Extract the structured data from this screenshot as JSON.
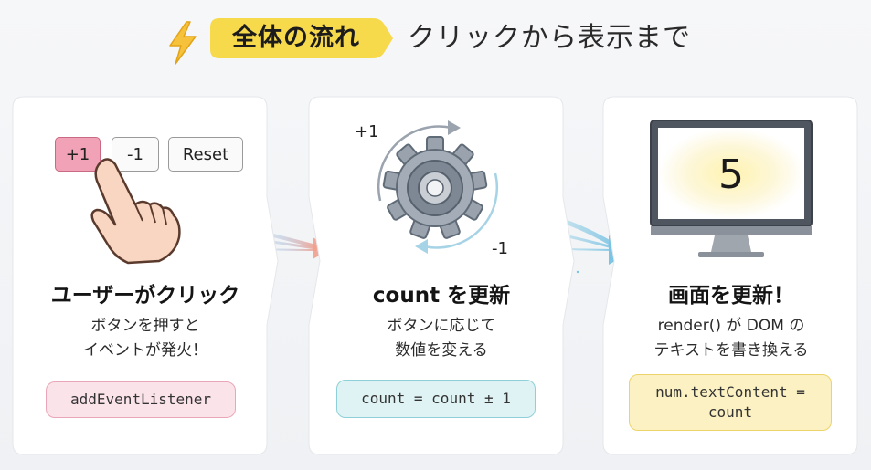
{
  "header": {
    "title": "全体の流れ",
    "subtitle": "クリックから表示まで",
    "bolt_icon": "lightning-bolt-icon",
    "accent_color": "#f7d94c"
  },
  "steps": [
    {
      "title": "ユーザーがクリック",
      "desc_lines": [
        "ボタンを押すと",
        "イベントが発火！"
      ],
      "code_lines": [
        "addEventListener"
      ],
      "code_bg": "#fbe3ea",
      "code_border": "#e9a6b8",
      "buttons": [
        "+1",
        "-1",
        "Reset"
      ],
      "icon": "pointing-hand-icon"
    },
    {
      "title": "count を更新",
      "desc_lines": [
        "ボタンに応じて",
        "数値を変える"
      ],
      "code_lines": [
        "count = count ± 1"
      ],
      "code_bg": "#dff3f5",
      "code_border": "#8fd0d8",
      "rotation_labels": [
        "+1",
        "-1"
      ],
      "icon": "gear-icon"
    },
    {
      "title": "画面を更新！",
      "desc_lines": [
        "render() が DOM の",
        "テキストを書き換える"
      ],
      "code_lines": [
        "num.textContent =",
        "count"
      ],
      "code_bg": "#fbf1c2",
      "code_border": "#ecd46a",
      "display_value": "5",
      "icon": "monitor-icon"
    }
  ]
}
